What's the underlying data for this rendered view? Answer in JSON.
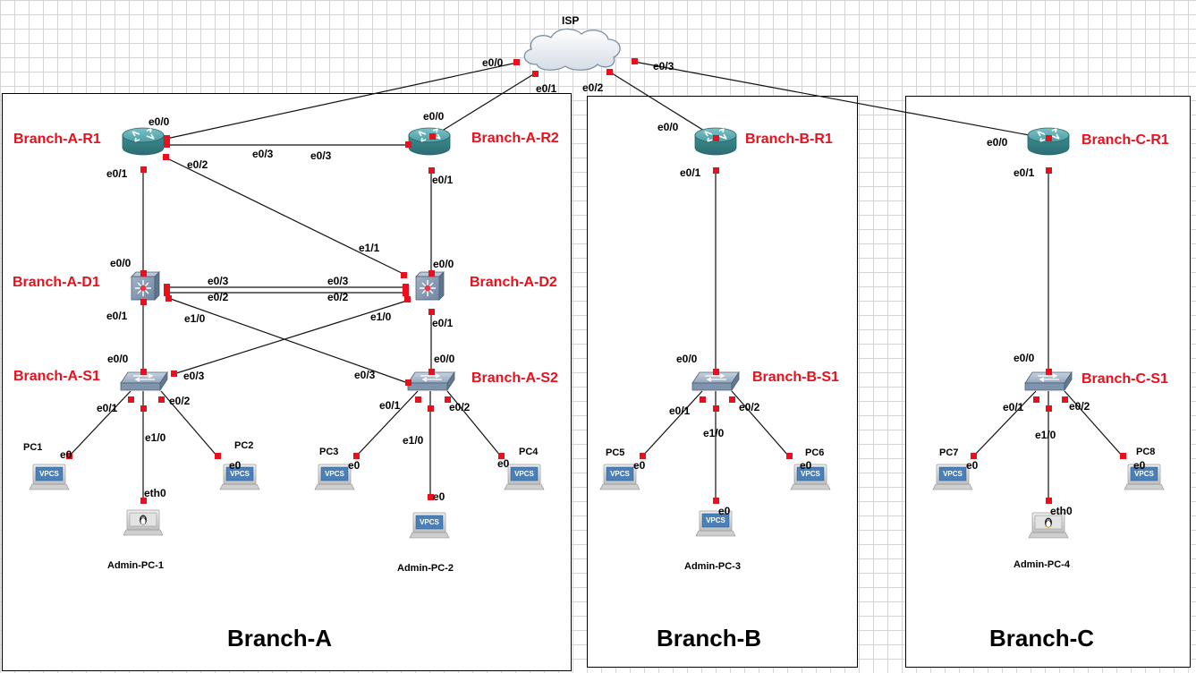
{
  "colors": {
    "device_label": "#e8101c",
    "link": "#111111",
    "port": "#e8101c",
    "router": "#3d8f94",
    "switch": "#7f95ad"
  },
  "zones": [
    {
      "id": "A",
      "title": "Branch-A"
    },
    {
      "id": "B",
      "title": "Branch-B"
    },
    {
      "id": "C",
      "title": "Branch-C"
    }
  ],
  "cloud": {
    "label": "ISP"
  },
  "devices": {
    "isp": "ISP",
    "a_r1": "Branch-A-R1",
    "a_r2": "Branch-A-R2",
    "a_d1": "Branch-A-D1",
    "a_d2": "Branch-A-D2",
    "a_s1": "Branch-A-S1",
    "a_s2": "Branch-A-S2",
    "b_r1": "Branch-B-R1",
    "b_s1": "Branch-B-S1",
    "c_r1": "Branch-C-R1",
    "c_s1": "Branch-C-S1"
  },
  "hosts": {
    "pc1": "PC1",
    "pc2": "PC2",
    "pc3": "PC3",
    "pc4": "PC4",
    "pc5": "PC5",
    "pc6": "PC6",
    "pc7": "PC7",
    "pc8": "PC8",
    "admin1": "Admin-PC-1",
    "admin2": "Admin-PC-2",
    "admin3": "Admin-PC-3",
    "admin4": "Admin-PC-4"
  },
  "vpcs_text": "VPCS",
  "ports": {
    "e00": "e0/0",
    "e01": "e0/1",
    "e02": "e0/2",
    "e03": "e0/3",
    "e10": "e1/0",
    "e11": "e1/1",
    "e0": "e0",
    "eth0": "eth0"
  }
}
